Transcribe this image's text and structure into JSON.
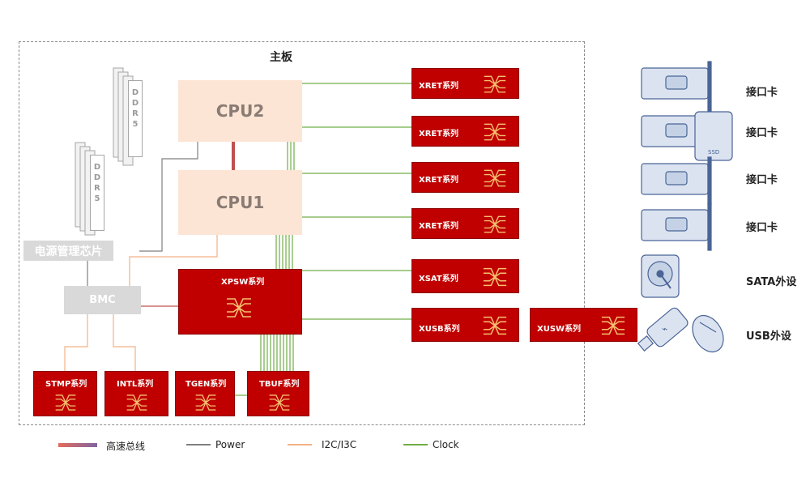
{
  "board": {
    "title": "主板"
  },
  "cpus": [
    {
      "label": "CPU2"
    },
    {
      "label": "CPU1"
    }
  ],
  "memory": [
    {
      "label": "DDR5",
      "chars": [
        "D",
        "D",
        "R",
        "5"
      ]
    },
    {
      "label": "DDR5",
      "chars": [
        "D",
        "D",
        "R",
        "5"
      ]
    }
  ],
  "power_chip": {
    "label": "电源管理芯片"
  },
  "bmc": {
    "label": "BMC"
  },
  "xpsw": {
    "label": "XPSW系列"
  },
  "bottom_chips": [
    {
      "label": "STMP系列"
    },
    {
      "label": "INTL系列"
    },
    {
      "label": "TGEN系列"
    },
    {
      "label": "TBUF系列"
    }
  ],
  "right_chips": [
    {
      "label": "XRET系列"
    },
    {
      "label": "XRET系列"
    },
    {
      "label": "XRET系列"
    },
    {
      "label": "XRET系列"
    },
    {
      "label": "XSAT系列"
    },
    {
      "label": "XUSB系列"
    }
  ],
  "xusw": {
    "label": "XUSW系列"
  },
  "peripherals": [
    {
      "label": "接口卡"
    },
    {
      "label": "接口卡"
    },
    {
      "label": "接口卡"
    },
    {
      "label": "接口卡"
    },
    {
      "label": "SATA外设"
    },
    {
      "label": "USB外设"
    }
  ],
  "ssd_label": "SSD",
  "legend": [
    {
      "label": "高速总线",
      "color": "#c0504d"
    },
    {
      "label": "Power",
      "color": "#7f7f7f"
    },
    {
      "label": "I2C/I3C",
      "color": "#f4b183"
    },
    {
      "label": "Clock",
      "color": "#70ad47"
    }
  ],
  "colors": {
    "chip_red": "#c00000",
    "cpu_fill": "#fce5d5",
    "bus_start": "#e46c5a",
    "bus_end": "#8064a2",
    "power": "#7f7f7f",
    "i2c": "#f4b183",
    "clock": "#70ad47",
    "grey_box": "#d9d9d9",
    "device_fill": "#dbe3f0",
    "device_stroke": "#4a6496"
  }
}
